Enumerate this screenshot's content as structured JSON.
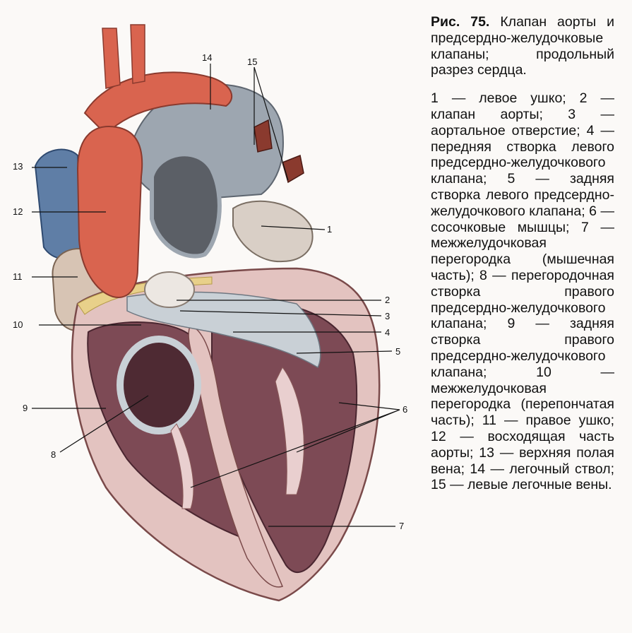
{
  "caption": {
    "figure_label": "Рис. 75.",
    "title": "Клапан аорты и предсердно-желудочковые клапаны; продольный разрез сердца.",
    "legend_text": "1 — левое ушко; 2 — клапан аорты; 3 — аортальное отверстие; 4 — передняя створка левого предсердно-желудочкового клапана; 5 — задняя створка левого предсердно-желудочкового клапана; 6 — сосочковые мышцы; 7 — межжелудочковая перегородка (мышечная часть); 8 — перегородочная створка правого предсердно-желудочкового клапана; 9 — задняя створка правого предсердно-желудочкового клапана; 10 — межжелудочковая перегородка (перепончатая часть); 11 — правое ушко; 12 — восходящая часть аорты; 13 — верхняя полая вена; 14 — легочный ствол; 15 — левые легочные вены."
  },
  "callouts": {
    "n1": "1",
    "n2": "2",
    "n3": "3",
    "n4": "4",
    "n5": "5",
    "n6": "6",
    "n7": "7",
    "n8": "8",
    "n9": "9",
    "n10": "10",
    "n11": "11",
    "n12": "12",
    "n13": "13",
    "n14": "14",
    "n15": "15"
  },
  "colors": {
    "aorta": "#d9644f",
    "pulmonary_trunk": "#9da6b0",
    "vena_cava": "#5f7ea6",
    "myocardium": "#e3c3c0",
    "ventricle_inner": "#7d4a55",
    "valve_tissue": "#c9d0d6",
    "fat": "#e8d08a"
  }
}
